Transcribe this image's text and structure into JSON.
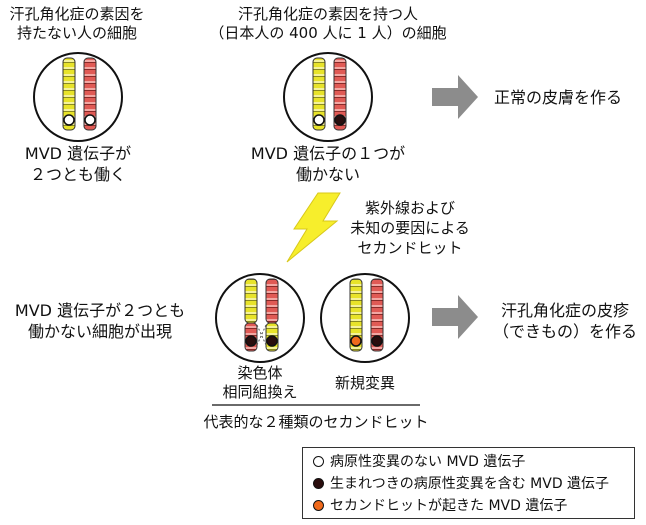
{
  "colors": {
    "chromatid_yellow": "#e8e32a",
    "chromatid_red": "#e05a55",
    "band_light_yellow": "#f5f29a",
    "band_light_red": "#f2a7a3",
    "arrow_gray": "#8c8c8c",
    "lightning_yellow": "#f7ee2c",
    "dot_normal": "#ffffff",
    "dot_inherited": "#2a0d0d",
    "dot_second_hit": "#f06a1c"
  },
  "top_left": {
    "title_line1": "汗孔角化症の素因を",
    "title_line2": "持たない人の細胞",
    "caption_line1": "MVD 遺伝子が",
    "caption_line2": "２つとも働く"
  },
  "top_middle": {
    "title_line1": "汗孔角化症の素因を持つ人",
    "title_line2": "（日本人の 400 人に 1 人）の細胞",
    "caption_line1": "MVD 遺伝子の１つが",
    "caption_line2": "働かない"
  },
  "top_right": {
    "result": "正常の皮膚を作る"
  },
  "second_hit_cause": {
    "line1": "紫外線および",
    "line2": "未知の要因による",
    "line3": "セカンドヒット"
  },
  "bottom_left": {
    "line1": "MVD 遺伝子が２つとも",
    "line2": "働かない細胞が出現"
  },
  "bottom_cells": {
    "recombination_line1": "染色体",
    "recombination_line2": "相同組換え",
    "mutation": "新規変異",
    "group_caption": "代表的な２種類のセカンドヒット"
  },
  "bottom_right": {
    "result_line1": "汗孔角化症の皮疹",
    "result_line2": "（できもの）を作る"
  },
  "legend": {
    "items": [
      {
        "label": "病原性変異のない MVD 遺伝子",
        "icon": "white-dot"
      },
      {
        "label": "生まれつきの病原性変異を含む MVD 遺伝子",
        "icon": "dark-dot"
      },
      {
        "label": "セカンドヒットが起きた MVD 遺伝子",
        "icon": "orange-dot"
      }
    ]
  }
}
